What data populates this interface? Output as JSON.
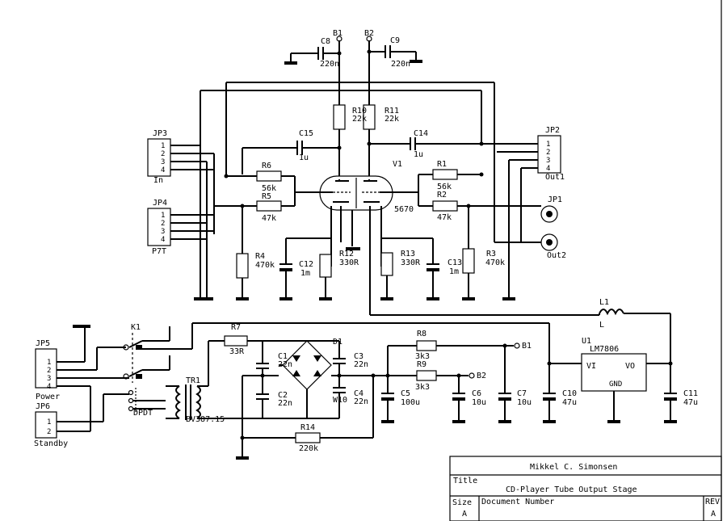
{
  "designators": {
    "B1": "B1",
    "B2": "B2",
    "C8": "C8",
    "C9": "C9",
    "C8v": "220n",
    "C9v": "220n",
    "R10": "R10",
    "R10v": "22k",
    "R11": "R11",
    "R11v": "22k",
    "C15": "C15",
    "C15v": "1u",
    "C14": "C14",
    "C14v": "1u",
    "V1": "V1",
    "R6": "R6",
    "R6v": "56k",
    "R5": "R5",
    "R5v": "47k",
    "R1": "R1",
    "R1v": "56k",
    "R2": "R2",
    "R2v": "47k",
    "n5670": "5670",
    "R4": "R4",
    "R4v": "470k",
    "C12": "C12",
    "C12v": "1m",
    "R12": "R12",
    "R12v": "330R",
    "R13": "R13",
    "R13v": "330R",
    "C13": "C13",
    "C13v": "1m",
    "R3": "R3",
    "R3v": "470k",
    "JP3": "JP3",
    "JP3name": "In",
    "JP4": "JP4",
    "JP4name": "P7T",
    "JP2": "JP2",
    "JP2name": "Out1",
    "JP1": "JP1",
    "JP1name": "Out2",
    "L1": "L1",
    "L1v": "L",
    "K1": "K1",
    "R7": "R7",
    "R7v": "33R",
    "JP5": "JP5",
    "JP5name": "Power",
    "JP6": "JP6",
    "JP6name": "Standby",
    "TR1": "TR1",
    "TR1v": "BV387.15",
    "DPDT": "DPDT",
    "C1": "C1",
    "C1v": "22n",
    "C2": "C2",
    "C2v": "22n",
    "D1": "D1",
    "D1v": "W10",
    "C3": "C3",
    "C3v": "22n",
    "C4": "C4",
    "C4v": "22n",
    "R14": "R14",
    "R14v": "220k",
    "R8": "R8",
    "R8v": "3k3",
    "R9": "R9",
    "R9v": "3k3",
    "C5": "C5",
    "C5v": "100u",
    "C6": "C6",
    "C6v": "10u",
    "C7": "C7",
    "C7v": "10u",
    "C10": "C10",
    "C10v": "47u",
    "C11": "C11",
    "C11v": "47u",
    "U1": "U1",
    "U1v": "LM7806",
    "VI": "VI",
    "VO": "VO",
    "GND": "GND",
    "B1b": "B1",
    "B2b": "B2"
  },
  "pins": {
    "p1": "1",
    "p2": "2",
    "p3": "3",
    "p4": "4"
  },
  "title_block": {
    "author": "Mikkel C. Simonsen",
    "title_label": "Title",
    "title": "CD-Player Tube Output Stage",
    "size_label": "Size",
    "size": "A",
    "docnum_label": "Document Number",
    "rev_label": "REV",
    "rev": "A"
  }
}
